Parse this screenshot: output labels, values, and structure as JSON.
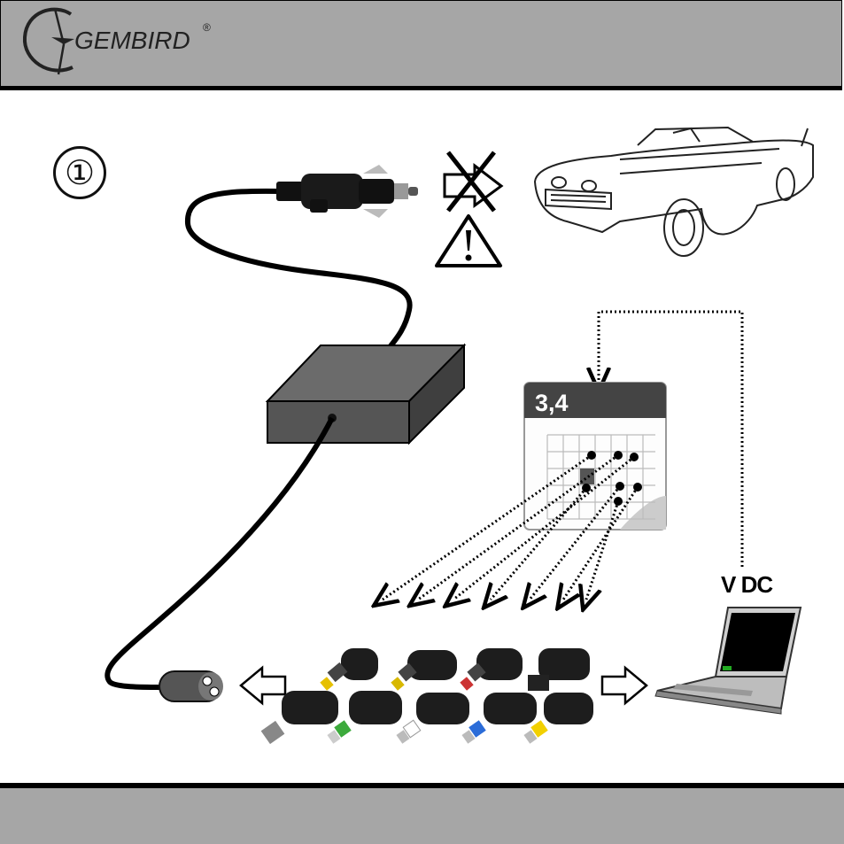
{
  "header": {
    "brand": "GEMBIRD",
    "trademark": "®"
  },
  "step": {
    "number": "①"
  },
  "calendar": {
    "label": "3,4"
  },
  "laptop": {
    "voltage_label": "V DC"
  },
  "colors": {
    "band": "#a6a6a6",
    "line": "#000000",
    "box": "#555555"
  },
  "icons": [
    "gembird-logo-icon",
    "car-plug-icon",
    "no-charge-icon",
    "warning-icon",
    "car-icon",
    "adapter-box-icon",
    "calendar-icon",
    "connector-tips-icon",
    "laptop-icon",
    "output-plug-icon"
  ]
}
